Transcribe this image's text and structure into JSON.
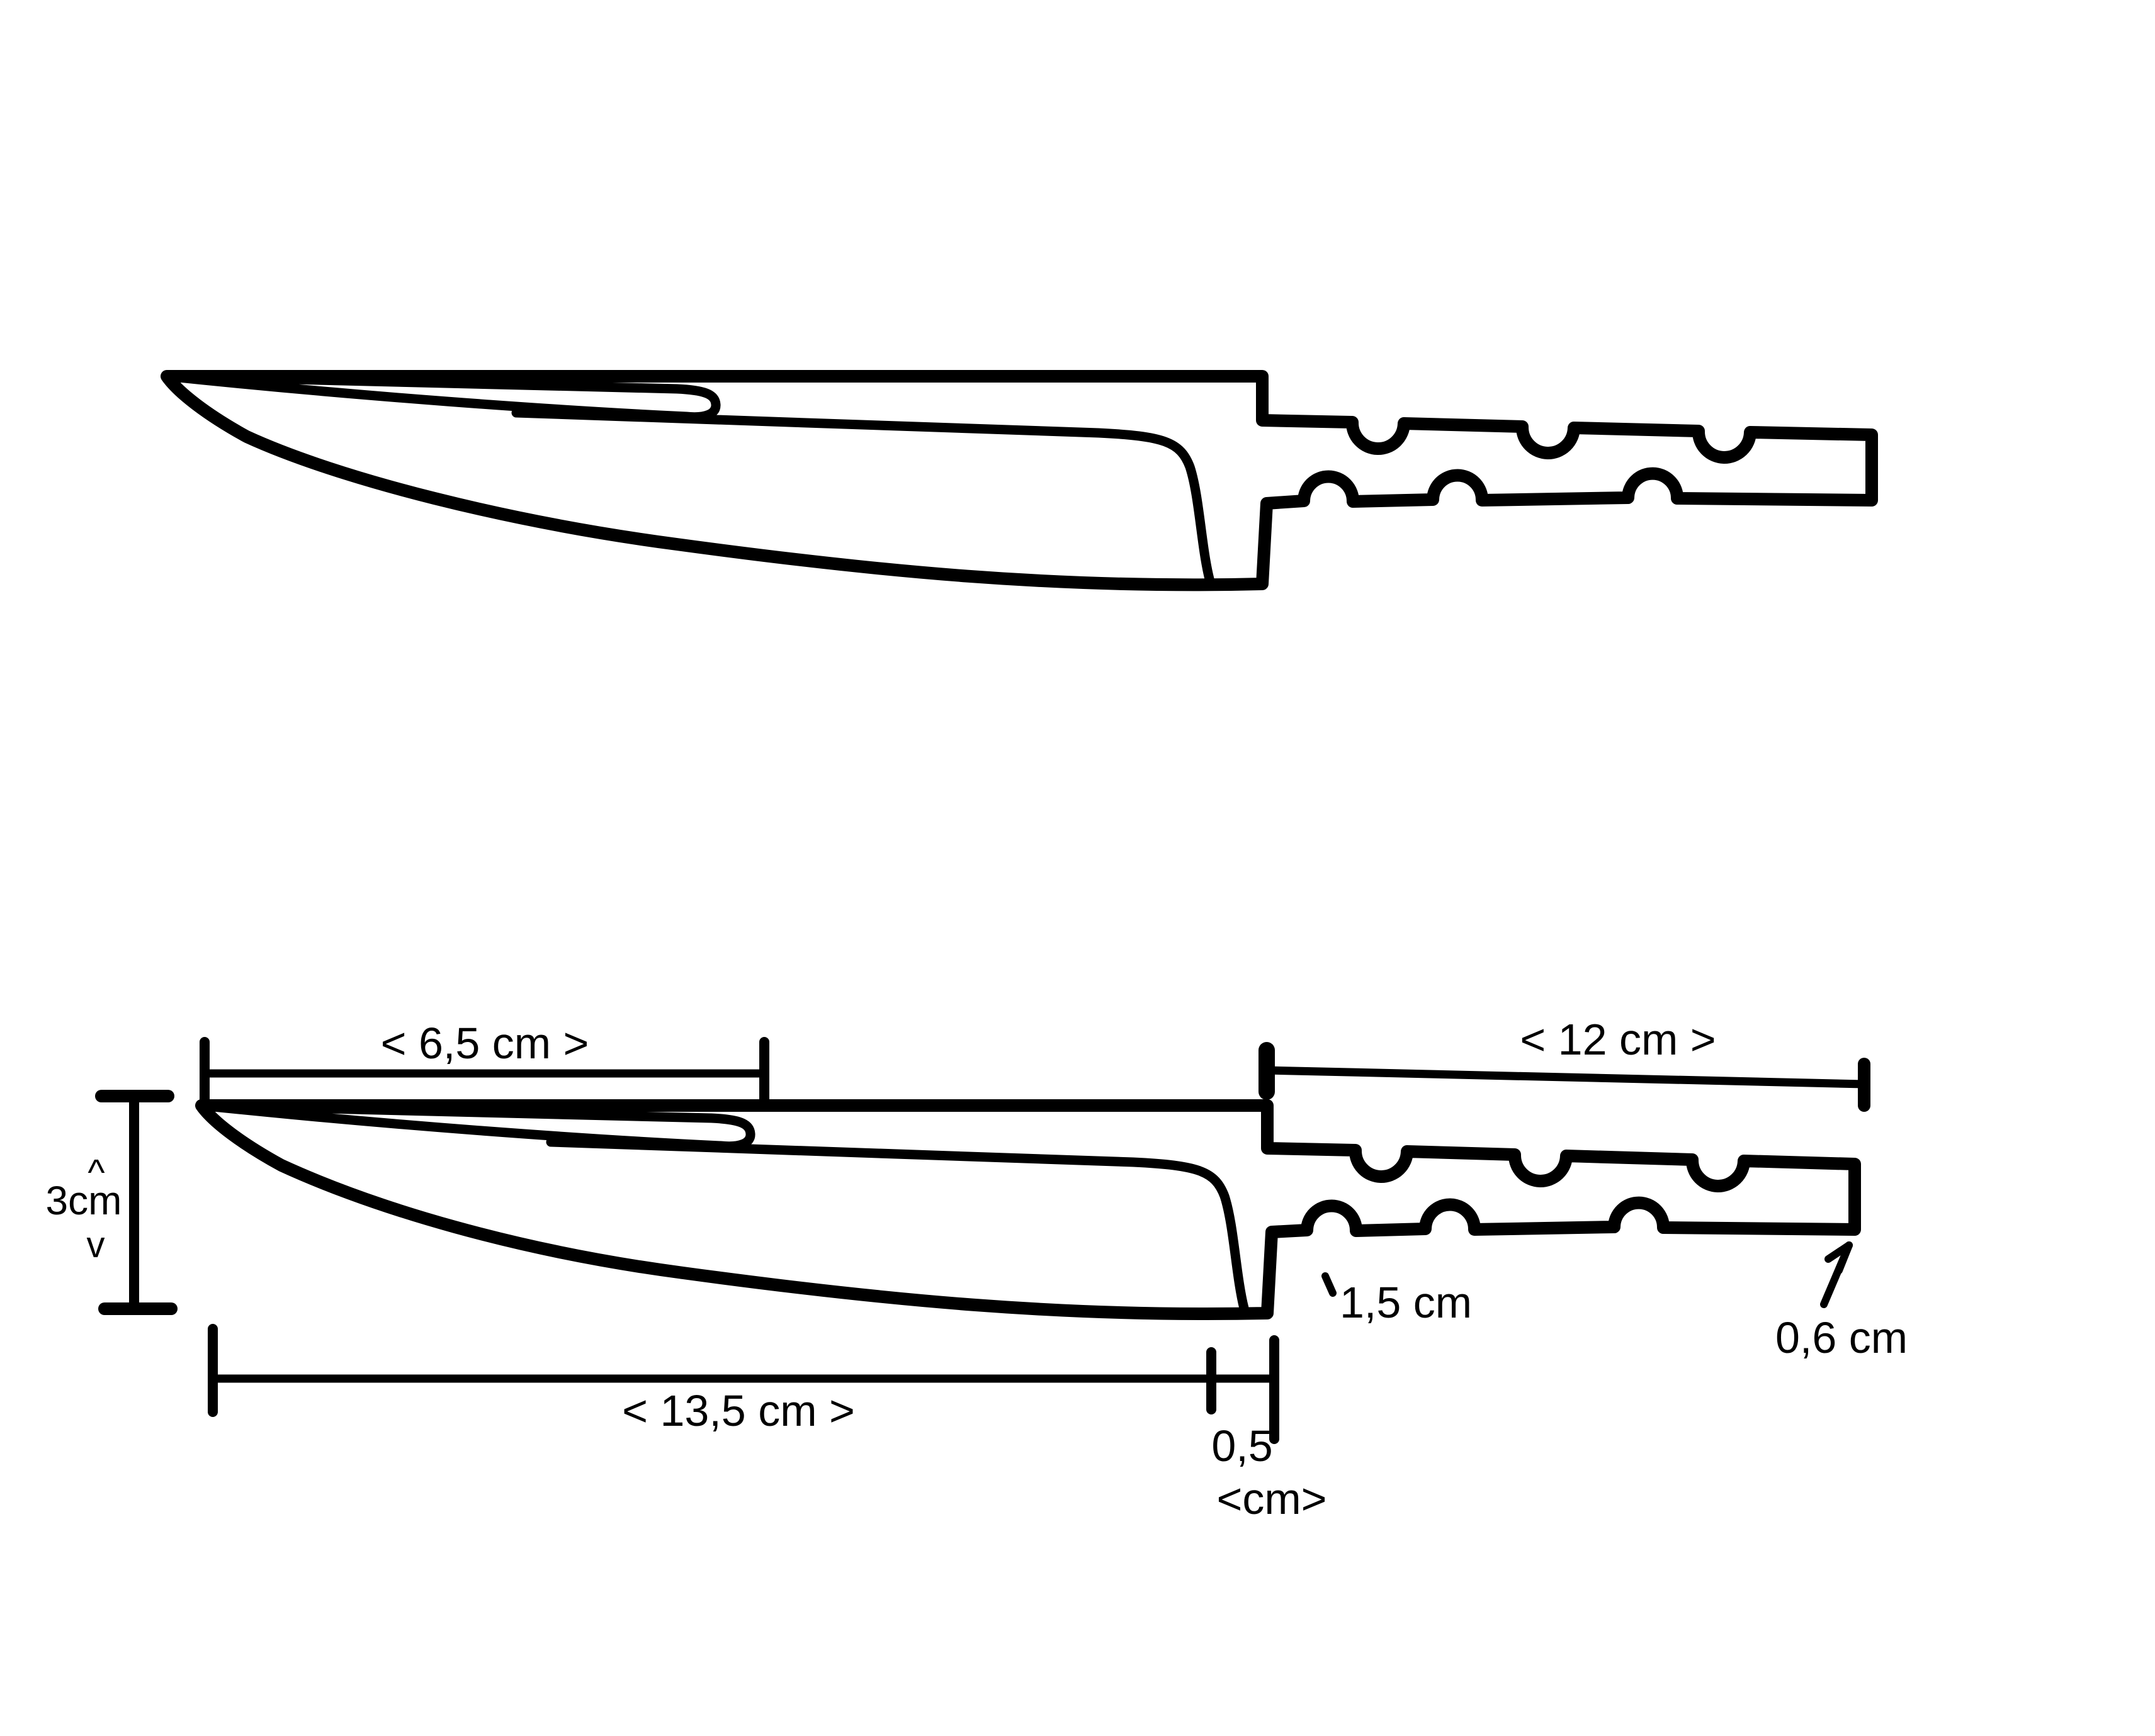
{
  "colors": {
    "ink": "#000000",
    "background": "#ffffff"
  },
  "annotations": {
    "clip_length": "< 6,5 cm >",
    "tang_length": "< 12 cm >",
    "height_caret_up": "^",
    "height_label": "3cm",
    "height_caret_down": "v",
    "blade_length": "< 13,5 cm >",
    "ricasso_value": "0,5",
    "ricasso_unit": "<cm>",
    "tang_front_height": "1,5 cm",
    "tang_end_height": "0,6 cm"
  }
}
